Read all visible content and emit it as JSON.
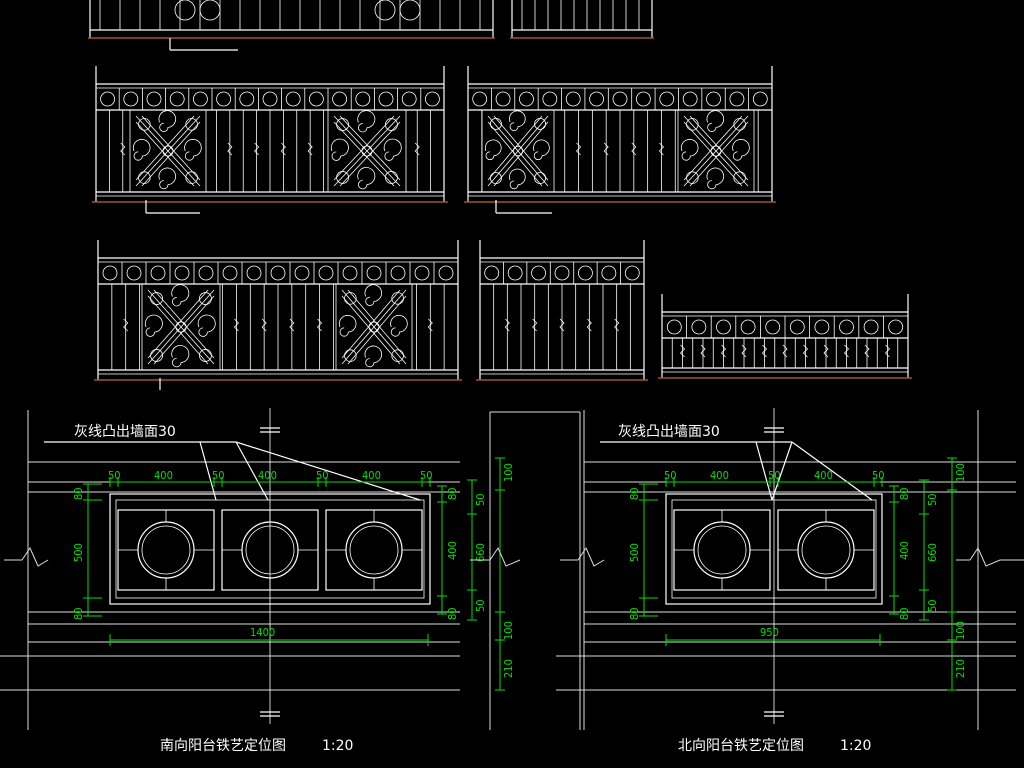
{
  "annotations": {
    "protrusion_note": "灰线凸出墙面30"
  },
  "south_plan": {
    "title": "南向阳台铁艺定位图",
    "scale": "1:20",
    "dims_top": [
      "50",
      "400",
      "50",
      "400",
      "50",
      "400",
      "50"
    ],
    "dim_total": "1400",
    "dims_left": [
      "80",
      "500",
      "80"
    ],
    "dims_right_inner": [
      "80",
      "400",
      "80"
    ],
    "dims_right_mid": [
      "50",
      "660",
      "50"
    ],
    "dims_far_right": [
      "100",
      "100",
      "210"
    ],
    "panel_count": 3
  },
  "north_plan": {
    "title": "北向阳台铁艺定位图",
    "scale": "1:20",
    "dims_top": [
      "50",
      "400",
      "50",
      "400",
      "50"
    ],
    "dim_total": "950",
    "dims_left": [
      "80",
      "500",
      "80"
    ],
    "dims_right_inner": [
      "80",
      "400",
      "80"
    ],
    "dims_right_mid": [
      "50",
      "660",
      "50"
    ],
    "dims_far_right": [
      "100",
      "100",
      "210"
    ],
    "panel_count": 2
  },
  "colors": {
    "background": "#000000",
    "linework": "#ffffff",
    "dimension": "#00e000",
    "floor_line": "#a0522d"
  }
}
